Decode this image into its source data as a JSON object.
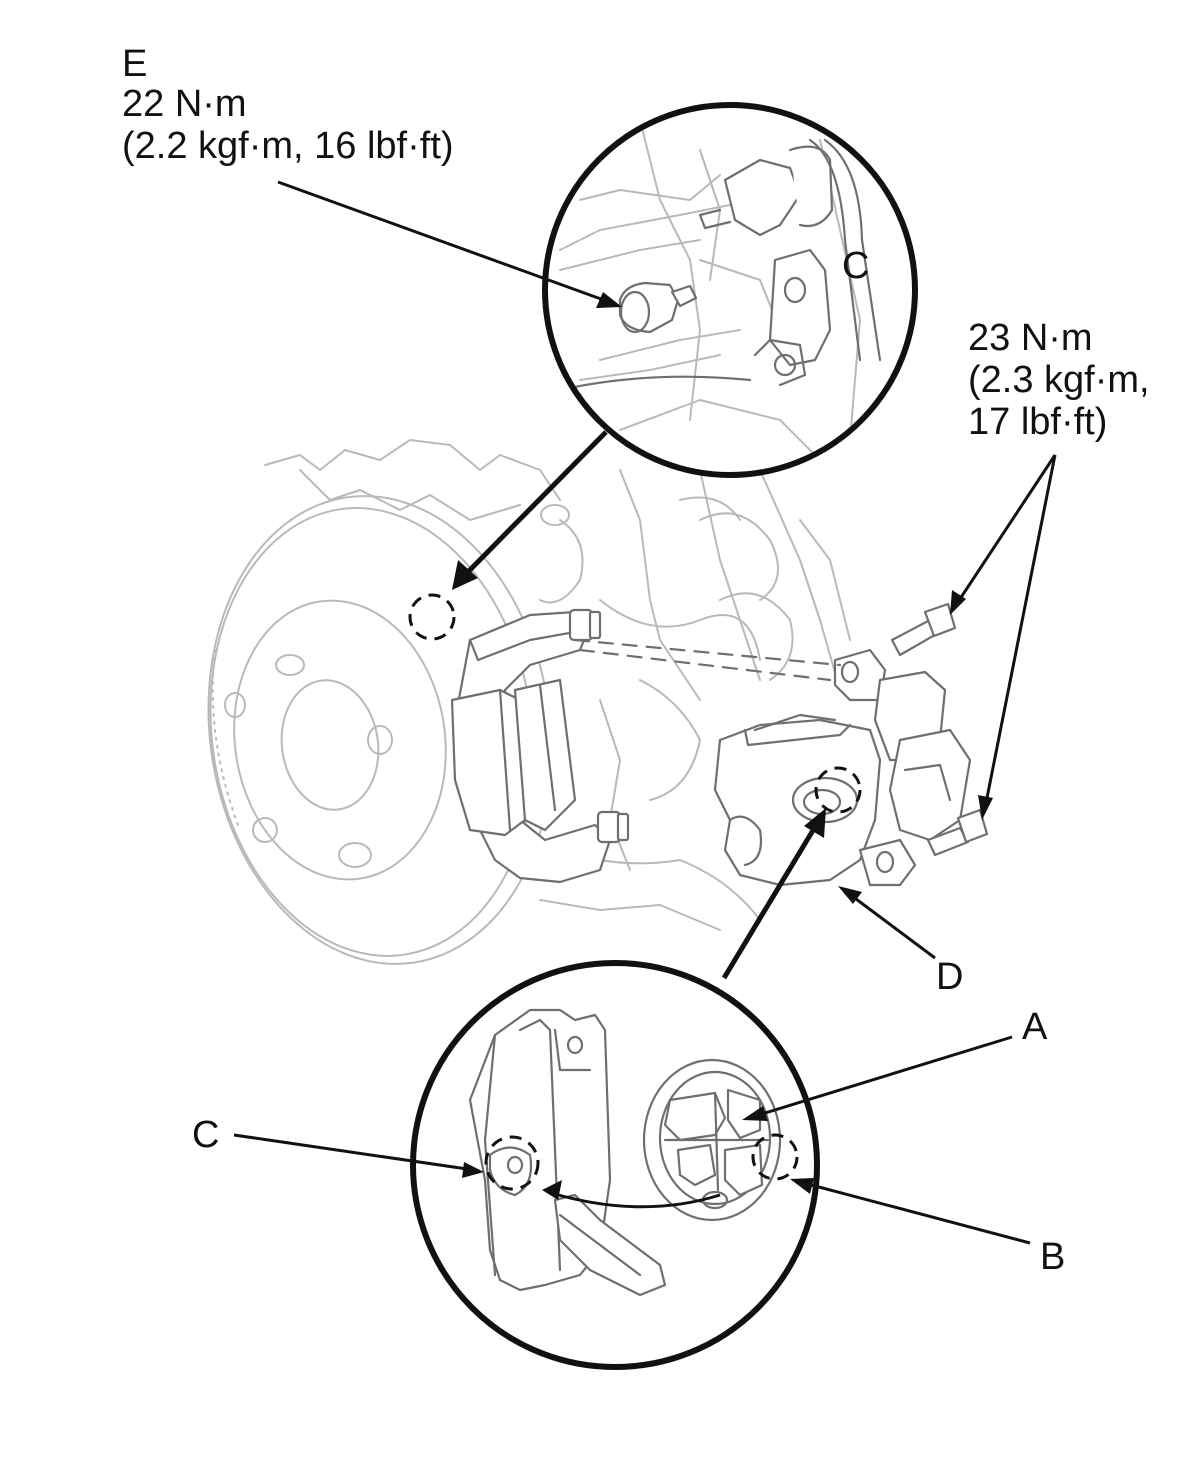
{
  "labels": {
    "E": "E",
    "E_torque": "22 N·m",
    "E_torque_alt": "(2.2 kgf·m, 16 lbf·ft)",
    "C_top": "C",
    "bolt_torque": "23 N·m",
    "bolt_torque_alt1": "(2.3 kgf·m,",
    "bolt_torque_alt2": "17 lbf·ft)",
    "D": "D",
    "A": "A",
    "B": "B",
    "C_bottom": "C"
  }
}
